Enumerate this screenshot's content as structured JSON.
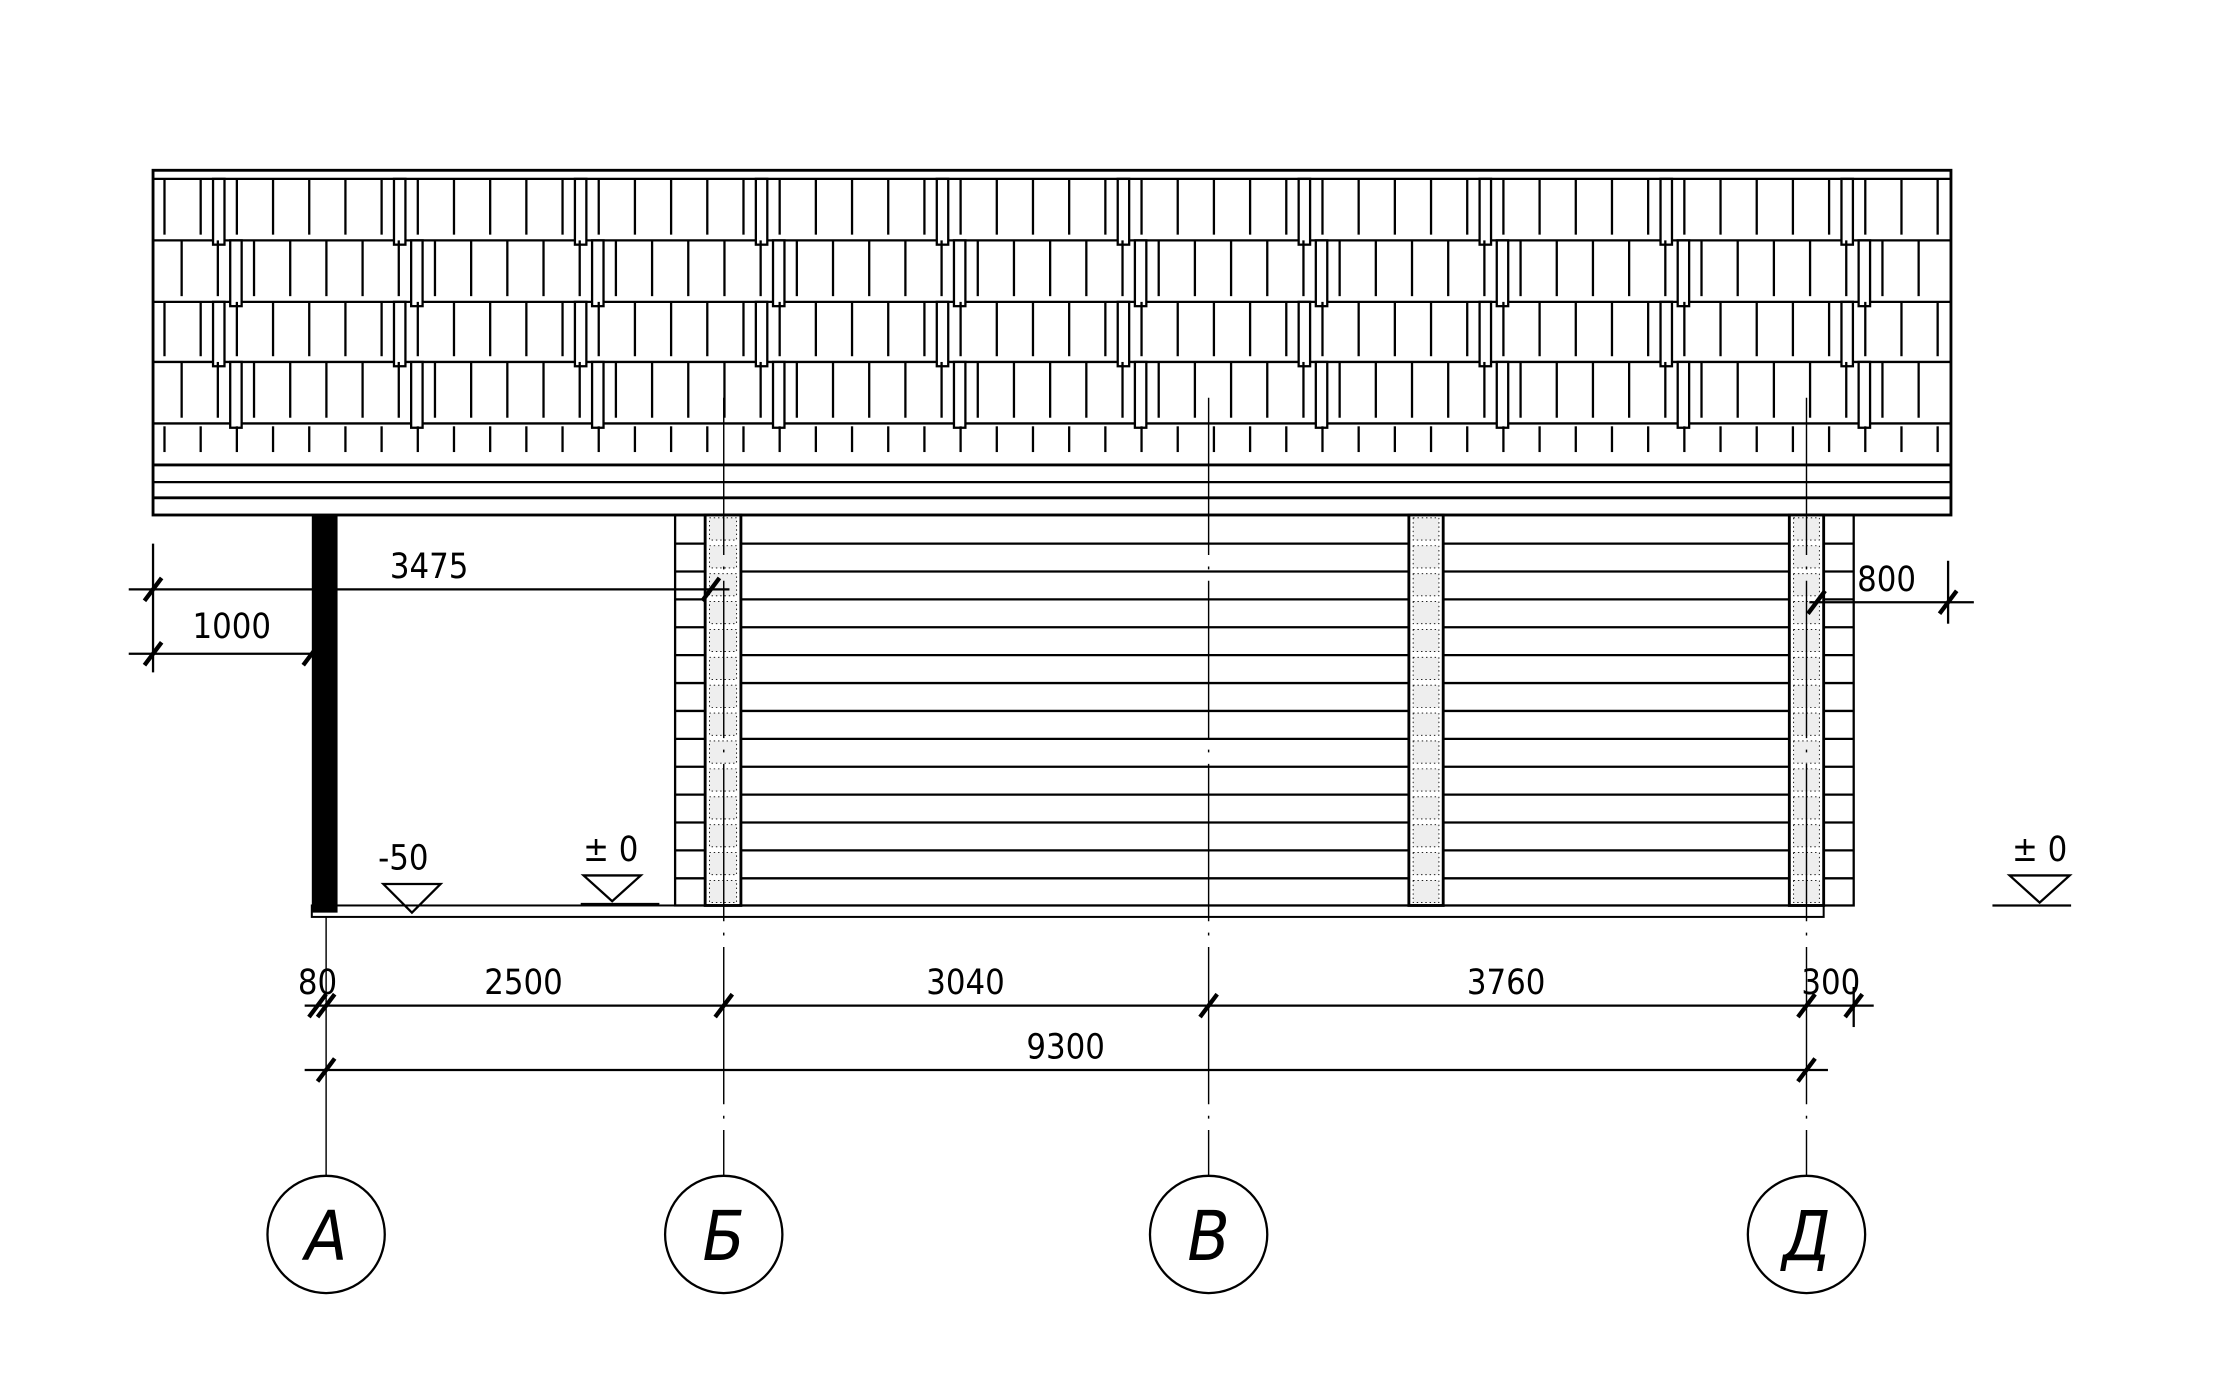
{
  "dimensions": {
    "overhang_height": "3475",
    "left_offset": "1000",
    "right_offset": "800",
    "seg_80": "80",
    "seg_2500": "2500",
    "seg_3040": "3040",
    "seg_3760": "3760",
    "seg_300": "300",
    "total": "9300"
  },
  "levels": {
    "left": "-50",
    "middle": "± 0",
    "right": "± 0"
  },
  "axes": [
    "А",
    "Б",
    "В",
    "Д"
  ]
}
